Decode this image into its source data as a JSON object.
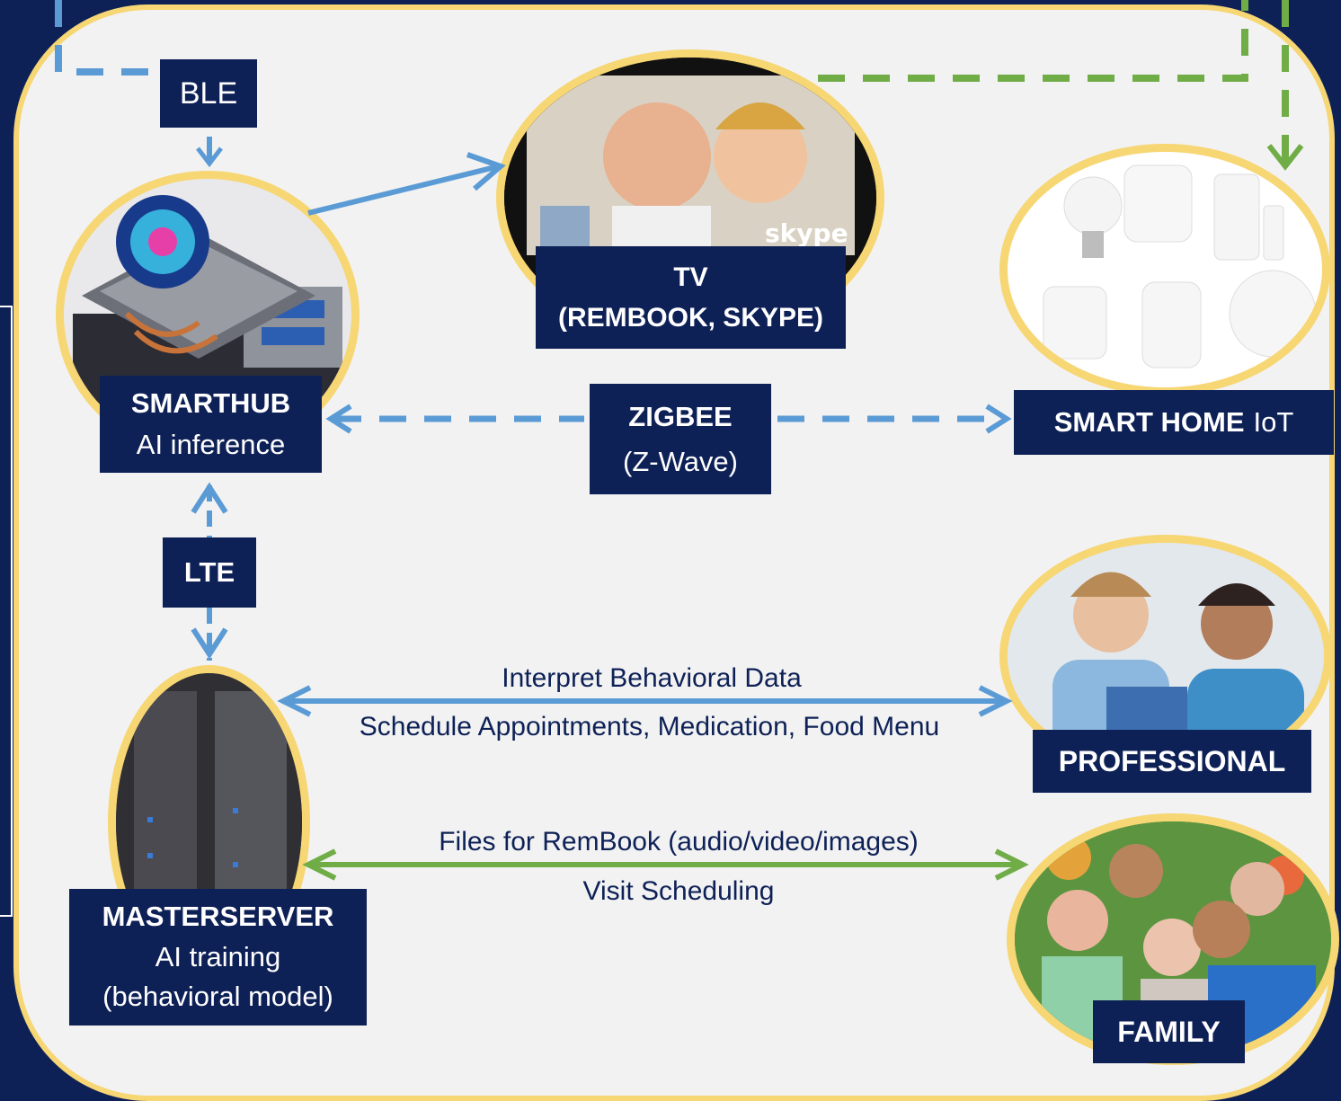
{
  "nodes": {
    "smarthub": {
      "title": "SMARTHUB",
      "subtitle": "AI inference",
      "image_icon": "computer-board-icon"
    },
    "tv": {
      "title": "TV",
      "subtitle": "(REMBOOK, SKYPE)",
      "watermark": "skype",
      "image_icon": "video-call-photo"
    },
    "smarthome": {
      "title": "SMART HOME",
      "title_suffix": "IoT",
      "image_icon": "smart-devices-photo"
    },
    "masterserver": {
      "title": "MASTERSERVER",
      "line2": "AI training",
      "line3": "(behavioral model)",
      "image_icon": "server-rack-photo"
    },
    "professional": {
      "title": "PROFESSIONAL",
      "image_icon": "nurses-photo"
    },
    "family": {
      "title": "FAMILY",
      "image_icon": "family-photo"
    }
  },
  "links": {
    "ble": "BLE",
    "lte": "LTE",
    "zigbee": {
      "title": "ZIGBEE",
      "subtitle": "(Z-Wave)"
    },
    "professional_top": "Interpret Behavioral Data",
    "professional_bottom": "Schedule Appointments, Medication, Food Menu",
    "family_top": "Files for RemBook (audio/video/images)",
    "family_bottom": "Visit Scheduling"
  },
  "colors": {
    "navy": "#0e2157",
    "gold": "#f7d674",
    "blue": "#5b9bd5",
    "green": "#70ad47",
    "panel": "#f2f2f2"
  }
}
